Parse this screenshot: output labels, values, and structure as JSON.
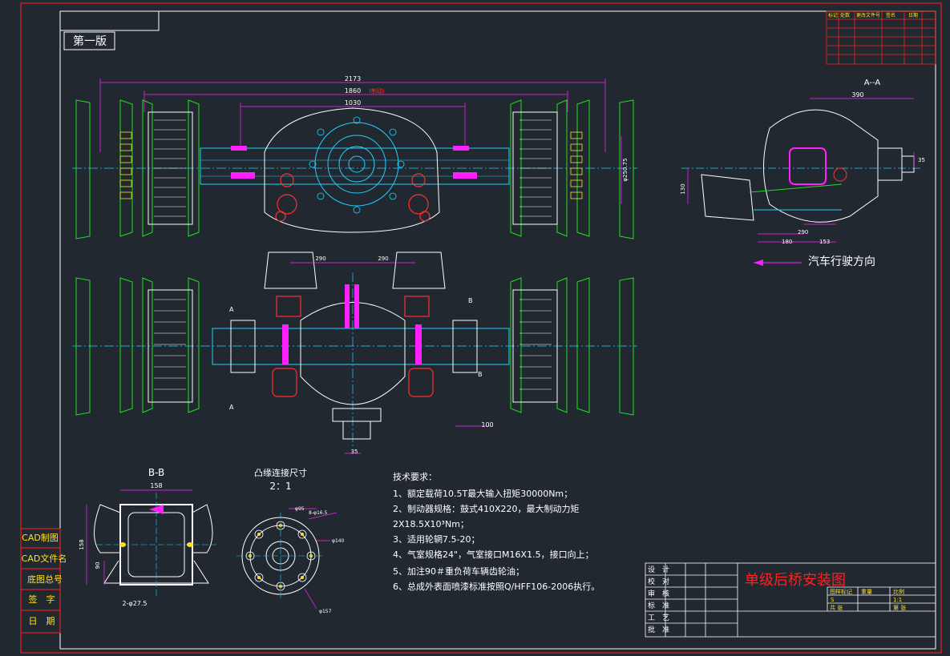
{
  "version_label": "第一版",
  "title": "单级后桥安装图",
  "direction_label": "汽车行驶方向",
  "section_aa": "A--A",
  "section_bb": "B-B",
  "flange_title": "凸缘连接尺寸",
  "flange_scale": "2：1",
  "tech_title": "技术要求：",
  "tech_lines": [
    "1、额定载荷10.5T最大输入扭矩30000Nm；",
    "2、制动器规格：鼓式410X220，最大制动力矩",
    "2X18.5X10³Nm；",
    "3、适用轮辋7.5-20；",
    "4、气室规格24\"，气室接口M16X1.5，接口向上；",
    "5、加注90＃重负荷车辆齿轮油；",
    "6、总成外表面喷漆标准按照Q/HFF106-2006执行。"
  ],
  "left_stamps": [
    "CAD制图",
    "CAD文件名",
    "底图总号",
    "签　字",
    "日　期"
  ],
  "title_block_roles": [
    "设　计",
    "校　对",
    "审　核",
    "标　准",
    "工　艺",
    "批　准"
  ],
  "title_block_right": [
    "图样标记",
    "重量",
    "比例",
    "S",
    "1:1",
    "共 张",
    "第 张"
  ],
  "revision_header": [
    "标记",
    "处数",
    "更改文件号",
    "签名",
    "日期"
  ],
  "dimensions": {
    "d2173": "2173",
    "d1860": "1860",
    "d1030": "1030",
    "brake": "(制动)",
    "d290a": "290",
    "d290b": "290",
    "d100": "100",
    "d35": "35",
    "d390": "390",
    "d35b": "35",
    "d130": "130",
    "d290c": "290",
    "d180": "180",
    "d153": "153",
    "d158": "158",
    "d158v": "158",
    "d90": "90",
    "d27": "2-φ27.5",
    "d95": "φ95",
    "d165": "8-φ16.5",
    "d140": "φ140",
    "d157": "φ157",
    "d250": "φ250.75",
    "secA": "A",
    "secA2": "A",
    "secB": "B",
    "secB2": "B"
  },
  "colors": {
    "background": "#212830",
    "frame": "#ff2020",
    "green": "#20e020",
    "cyan": "#20d0ff",
    "white": "#ffffff",
    "magenta": "#ff20ff",
    "red": "#ff3030",
    "yellow": "#ffe020"
  }
}
